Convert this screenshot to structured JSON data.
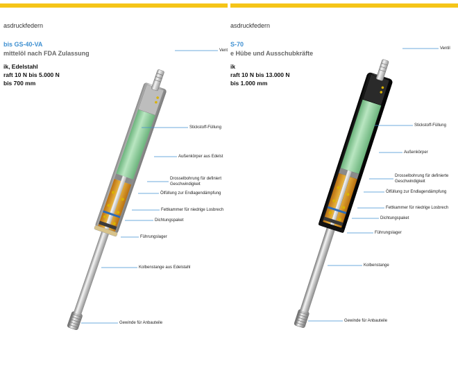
{
  "colors": {
    "topbar": "#f5c518",
    "series": "#3d8fd1",
    "leader": "#3d8fd1",
    "stainless_body": "#c9c9c9",
    "black_body": "#161616",
    "nitrogen": "#97d6a3",
    "oil": "#e4a21d"
  },
  "left": {
    "heading": "asdruckfedern",
    "series": "bis GS-40-VA",
    "subtitle": "mittelöl nach FDA Zulassung",
    "spec_lines": [
      "ik, Edelstahl",
      "raft 10 N bis 5.000 N",
      "bis 700 mm"
    ],
    "callouts": {
      "valve": "Ventil",
      "nitrogen": "Stickstoff-Füllung",
      "body": "Außenkörper aus Edelst",
      "throttle_line1": "Drosselbohrung für definiert",
      "throttle_line2": "Geschwindigkeit",
      "oil": "Ölfüllung zur Endlagendämpfung",
      "grease": "Fettkammer für niedrige Losbrech",
      "seal": "Dichtungspaket",
      "guide": "Führungslager",
      "rod": "Kolbenstange aus Edelstahl",
      "thread": "Gewinde für Anbauteile"
    }
  },
  "right": {
    "heading": "asdruckfedern",
    "series": "S-70",
    "subtitle": "e Hübe und Ausschubkräfte",
    "spec_lines": [
      "ik",
      "raft 10 N bis 13.000 N",
      "bis 1.000 mm"
    ],
    "callouts": {
      "valve": "Ventil",
      "nitrogen": "Stickstoff-Füllung",
      "body": "Außenkörper",
      "throttle_line1": "Drosselbohrung für definierte",
      "throttle_line2": "Geschwindigkeit",
      "oil": "Ölfüllung zur Endlagendämpfung",
      "grease": "Fettkammer für niedrige Losbrech",
      "seal": "Dichtungspaket",
      "guide": "Führungslager",
      "rod": "Kolbenstange",
      "thread": "Gewinde für Anbauteile"
    }
  }
}
